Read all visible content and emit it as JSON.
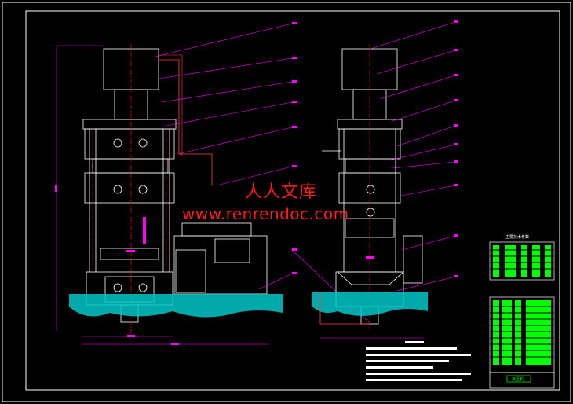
{
  "watermark": {
    "text_cn": "人人文库",
    "text_url": "www.renrendoc.com",
    "color": "#ff1a1a"
  },
  "colors": {
    "background": "#000000",
    "outline": "#ffffff",
    "leader": "#ff00ff",
    "centerline": "#ff0000",
    "dimension": "#ff00ff",
    "foundation": "#00d0d0",
    "table_text": "#00ff00",
    "machine": "#ffffff",
    "piping": "#ff4040"
  },
  "title_block": {
    "parts_table_caption": "主要技术参数",
    "name_cell": "液压机"
  }
}
